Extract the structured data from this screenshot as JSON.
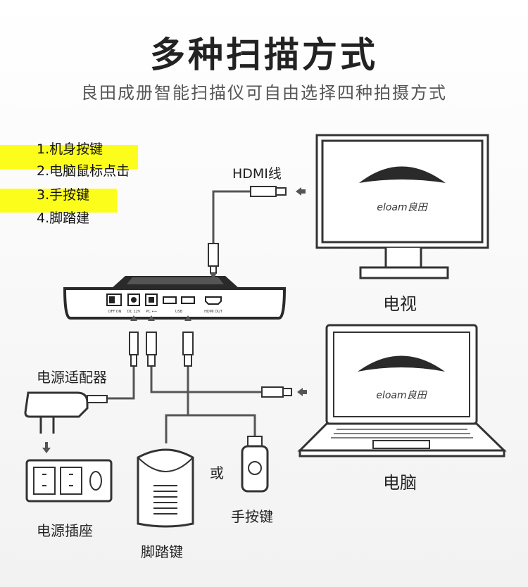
{
  "title": "多种扫描方式",
  "subtitle": "良田成册智能扫描仪可自由选择四种拍摄方式",
  "methods": [
    "1.机身按键",
    "2.电脑鼠标点击",
    "3.手按键",
    "4.脚踏建"
  ],
  "labels": {
    "hdmi": "HDMI线",
    "tv": "电视",
    "power_adapter": "电源适配器",
    "computer": "电脑",
    "or": "或",
    "hand_button": "手按键",
    "foot_pedal": "脚踏键",
    "power_socket": "电源插座"
  },
  "brand": "eloam良田",
  "device_ports": [
    "OFF  ON",
    "DC 12V",
    "PC ⟷",
    "USB",
    "HDMI OUT"
  ],
  "colors": {
    "highlight": "#fdfd1c",
    "line": "#555555",
    "dark": "#222222"
  }
}
